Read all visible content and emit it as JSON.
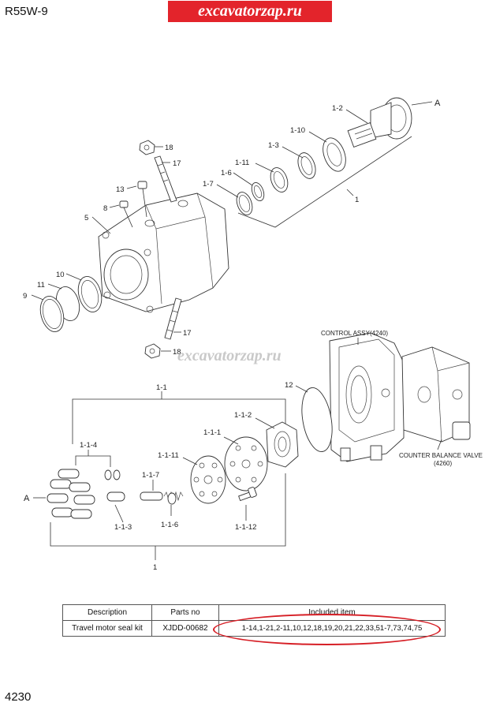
{
  "header": {
    "model": "R55W-9",
    "brand": "excavatorzap.ru"
  },
  "watermark": "excavatorzap.ru",
  "page_number": "4230",
  "labels": {
    "l_1_2": "1-2",
    "l_A_top": "A",
    "l_1_10": "1-10",
    "l_1_3": "1-3",
    "l_18_top": "18",
    "l_17_top": "17",
    "l_1_11": "1-11",
    "l_1_6": "1-6",
    "l_1_7": "1-7",
    "l_13": "13",
    "l_1_top": "1",
    "l_8": "8",
    "l_5": "5",
    "l_10": "10",
    "l_11": "11",
    "l_9": "9",
    "l_17_bot": "17",
    "l_18_bot": "18",
    "l_1_1": "1-1",
    "l_12": "12",
    "l_1_1_2": "1-1-2",
    "l_1_1_1": "1-1-1",
    "l_1_1_4": "1-1-4",
    "l_1_1_11": "1-1-11",
    "l_1_1_7": "1-1-7",
    "l_A_bot": "A",
    "l_1_1_3": "1-1-3",
    "l_1_1_6": "1-1-6",
    "l_1_1_12": "1-1-12",
    "l_1_bot": "1"
  },
  "callouts": {
    "control_assy": "CONTROL ASSY(4240)",
    "counter_balance_1": "COUNTER BALANCE VALVE",
    "counter_balance_2": "(4260)"
  },
  "kit_table": {
    "headers": {
      "description": "Description",
      "parts_no": "Parts no",
      "included": "Included item"
    },
    "row": {
      "description": "Travel motor seal kit",
      "parts_no": "XJDD-00682",
      "included": "1-14,1-21,2-11,10,12,18,19,20,21,22,33,51-7,73,74,75"
    }
  },
  "colors": {
    "brand_bg": "#e3242b",
    "highlight": "#d61f26",
    "watermark": "#b8b8b8"
  }
}
